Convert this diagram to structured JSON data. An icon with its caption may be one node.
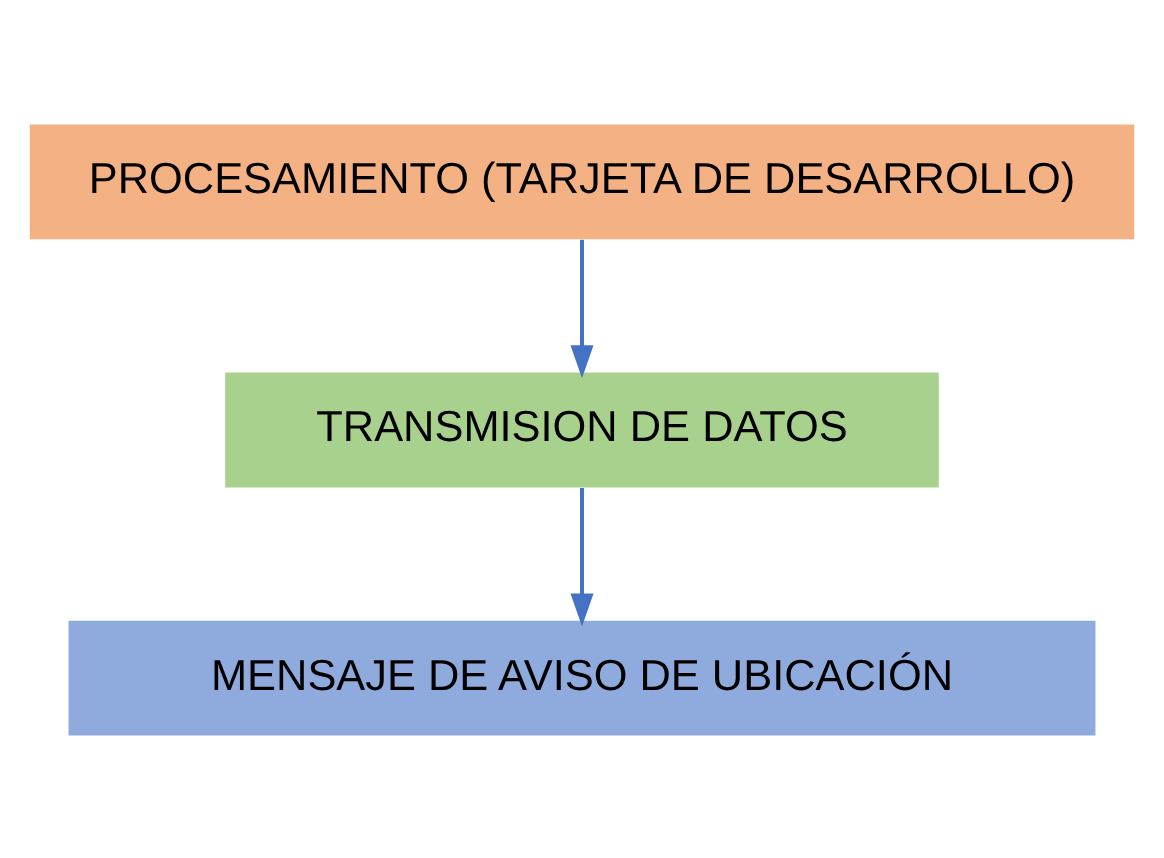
{
  "diagram": {
    "nodes": [
      {
        "text": [
          "PROCESAMIENTO (TARJETA DE DESARROLLO)"
        ]
      },
      {
        "text": [
          "TRANSMISION DE DATOS"
        ]
      },
      {
        "text": [
          "MENSAJE DE AVISO DE UBICACIÓN"
        ]
      }
    ],
    "edges": [
      {
        "from": 0,
        "to": 1,
        "arrow": "to"
      },
      {
        "from": 1,
        "to": 2,
        "arrow": "to"
      }
    ]
  }
}
